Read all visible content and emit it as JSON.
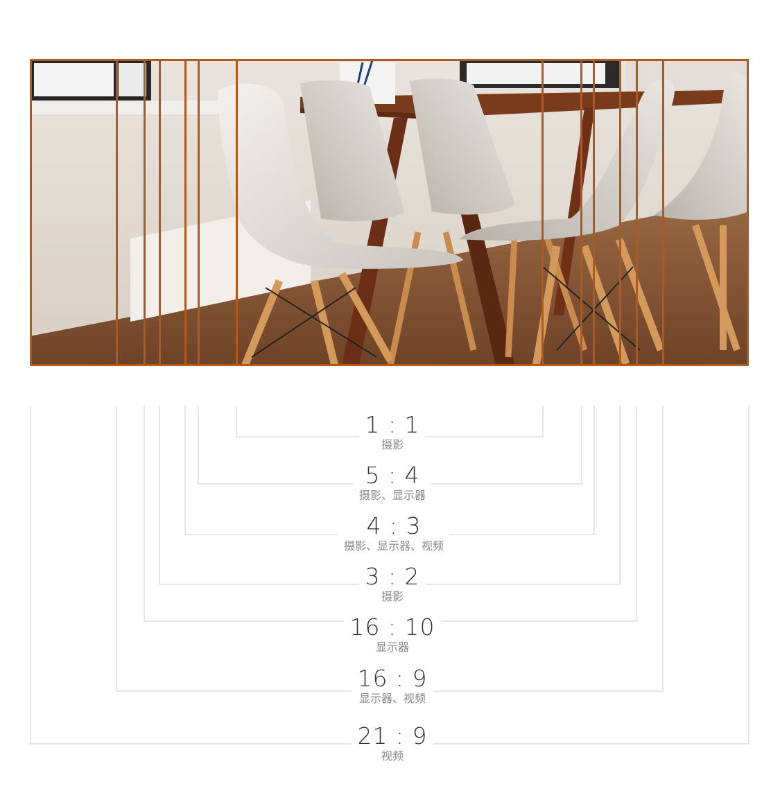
{
  "colors": {
    "frame": "#b0591a",
    "guide": "#dddddd",
    "ratio_text": "#333333",
    "usage_text": "#8a8a8a"
  },
  "photo": {
    "subject": "white chairs around wooden table"
  },
  "ratios": [
    {
      "label": "1 : 1",
      "usage": "摄影"
    },
    {
      "label": "5 : 4",
      "usage": "摄影、显示器"
    },
    {
      "label": "4 : 3",
      "usage": "摄影、显示器、视频"
    },
    {
      "label": "3 : 2",
      "usage": "摄影"
    },
    {
      "label": "16 : 10",
      "usage": "显示器"
    },
    {
      "label": "16 : 9",
      "usage": "显示器、视频"
    },
    {
      "label": "21 : 9",
      "usage": "视频"
    }
  ]
}
